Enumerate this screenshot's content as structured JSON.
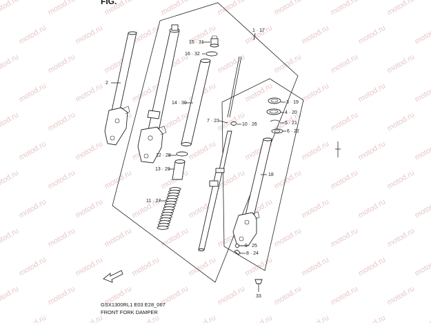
{
  "figure_label": "FIG.",
  "watermark": "motod.ru",
  "caption": {
    "line1": "GSX1300RL1 E03 E28_067",
    "line2": "FRONT FORK DAMPER"
  },
  "callouts": {
    "c1_17": "1 · 17",
    "c2": "2",
    "c15_31": "15 · 31",
    "c16_32": "16 · 32",
    "c14_30": "14 · 30",
    "c7_23": "7 · 23",
    "c10_26": "10 · 26",
    "c3_19": "3 · 19",
    "c4_20": "4 · 20",
    "c5_21": "5 · 21",
    "c6_22": "6 · 22",
    "c12_28": "12 · 28",
    "c13_29": "13 · 29",
    "c11_27": "11 · 27",
    "c18": "18",
    "c9_25": "9 · 25",
    "c8_24": "8 · 24",
    "c33": "33"
  }
}
